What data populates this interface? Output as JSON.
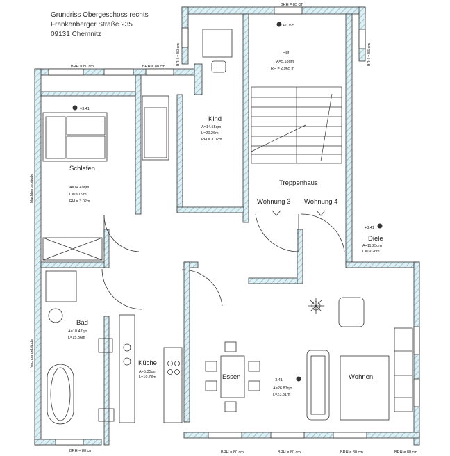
{
  "header": {
    "line1": "Grundriss Obergeschoss rechts",
    "line2": "Frankenberger Straße 235",
    "line3": "09131 Chemnitz"
  },
  "brh": {
    "label": "BRH = 80 cm",
    "top_stair": "BRH = 85 cm",
    "side_stair_left": "BRH = 80 cm",
    "side_stair_right": "BRH = 85 cm",
    "bottom": [
      "BRH = 80 cm",
      "BRH = 80 cm",
      "BRH = 80 cm",
      "BRH = 80 cm",
      "BRH = 80 cm"
    ]
  },
  "neighbor": {
    "left_upper": "Nachbargebäude",
    "left_lower": "Nachbargebäude"
  },
  "rooms": {
    "flur": {
      "level": "+1.795",
      "name": "Flur",
      "area": "A=5.18qm",
      "height": "RH = 2.965 m"
    },
    "kind": {
      "name": "Kind",
      "area": "A=14.55qm",
      "perimeter": "L=20.26m",
      "height": "RH = 3.02m"
    },
    "schlafen": {
      "level": "+3.41",
      "name": "Schlafen",
      "area": "A=14.49qm",
      "perimeter": "L=16.09m",
      "height": "RH = 3.02m"
    },
    "treppenhaus": {
      "name": "Treppenhaus",
      "wohnung3": "Wohnung 3",
      "wohnung4": "Wohnung 4"
    },
    "diele": {
      "level": "+3.41",
      "name": "Diele",
      "area": "A=11.25qm",
      "perimeter": "L=19.26m"
    },
    "bad": {
      "name": "Bad",
      "area": "A=10.47qm",
      "perimeter": "L=15.36m"
    },
    "kueche": {
      "name": "Küche",
      "area": "A=5.35qm",
      "perimeter": "L=10.78m"
    },
    "essen": {
      "name": "Essen"
    },
    "wohnen": {
      "level": "+3.41",
      "name": "Wohnen",
      "area": "A=26.87qm",
      "perimeter": "L=23.31m"
    }
  }
}
